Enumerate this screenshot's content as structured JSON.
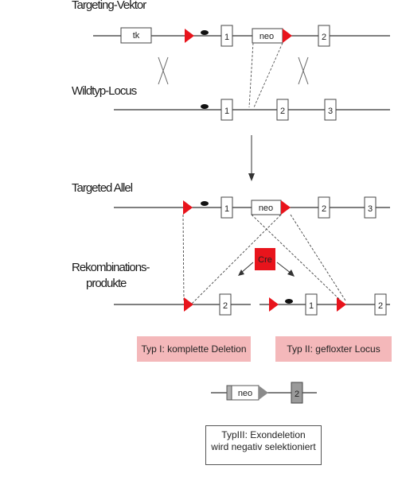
{
  "labels": {
    "targeting_vector": "Targeting-Vektor",
    "wildtype_locus": "Wildtyp-Locus",
    "targeted_allele": "Targeted Allel",
    "recomb_line1": "Rekombinations-",
    "recomb_line2": "produkte"
  },
  "boxes": {
    "tk": "tk",
    "neo": "neo",
    "exon1": "1",
    "exon2": "2",
    "exon3": "3"
  },
  "cre": "Cre",
  "types": {
    "type1": "Typ I: komplette Deletion",
    "type2": "Typ II: gefloxter Locus",
    "type3_line1": "TypIII: Exondeletion",
    "type3_line2": "wird negativ selektioniert"
  },
  "colors": {
    "loxp": "#e8141c",
    "cre_box": "#e8141c",
    "type_box": "#f4b8ba",
    "exon_shaded": "#9a9a9a"
  }
}
